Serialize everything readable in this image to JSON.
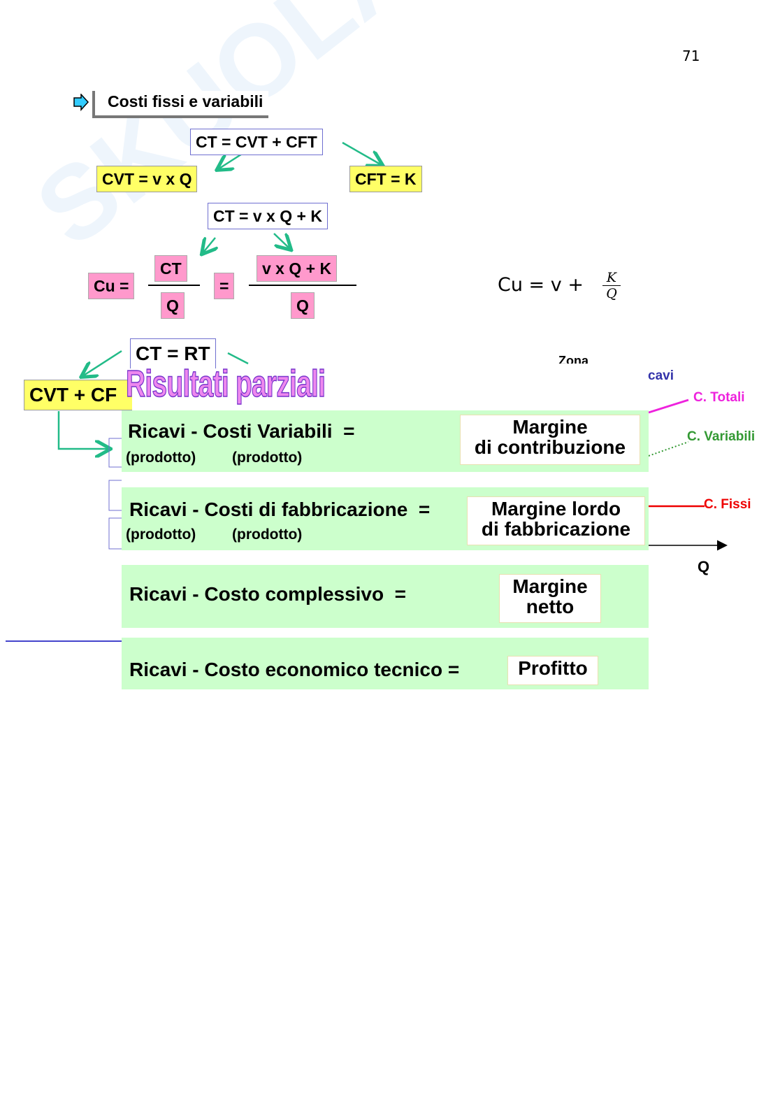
{
  "page_number": "71",
  "watermark": "SKUOLA.net il portale dello studente",
  "title": "Costi fissi e variabili",
  "formulas": {
    "ct_sum": "CT = CVT + CFT",
    "cvt": "CVT = v x Q",
    "cft": "CFT = K",
    "ct_full": "CT = v x Q + K",
    "cu_label": "Cu =",
    "ct": "CT",
    "q1": "Q",
    "eq": "=",
    "num": "v x Q + K",
    "q2": "Q",
    "cu_formula_left": "Cu = v +",
    "cu_formula_num": "K",
    "cu_formula_den": "Q",
    "ct_rt": "CT = RT",
    "cvt_cf": "CVT + CF"
  },
  "chart_fragment": {
    "zona": "Zona",
    "ricavi": "cavi",
    "totali": "C. Totali",
    "variabili": "C. Variabili",
    "fissi": "C. Fissi",
    "axis_q": "Q",
    "colors": {
      "totali": "#ee22dd",
      "variabili": "#339933",
      "fissi": "#ee0000",
      "ricavi": "#3333aa"
    }
  },
  "results": {
    "heading": "Risultati parziali",
    "rows": [
      {
        "expr": "Ricavi - Costi Variabili  =",
        "sub1": "(prodotto)",
        "sub2": "(prodotto)",
        "result_line1": "Margine",
        "result_line2": "di contribuzione"
      },
      {
        "expr": "Ricavi - Costi di fabbricazione  =",
        "sub1": "(prodotto)",
        "sub2": "(prodotto)",
        "result_line1": "Margine lordo",
        "result_line2": "di fabbricazione"
      },
      {
        "expr": "Ricavi - Costo complessivo  =",
        "result_line1": "Margine",
        "result_line2": "netto"
      },
      {
        "expr": "Ricavi - Costo economico tecnico =",
        "result_line1": "Profitto"
      }
    ]
  }
}
